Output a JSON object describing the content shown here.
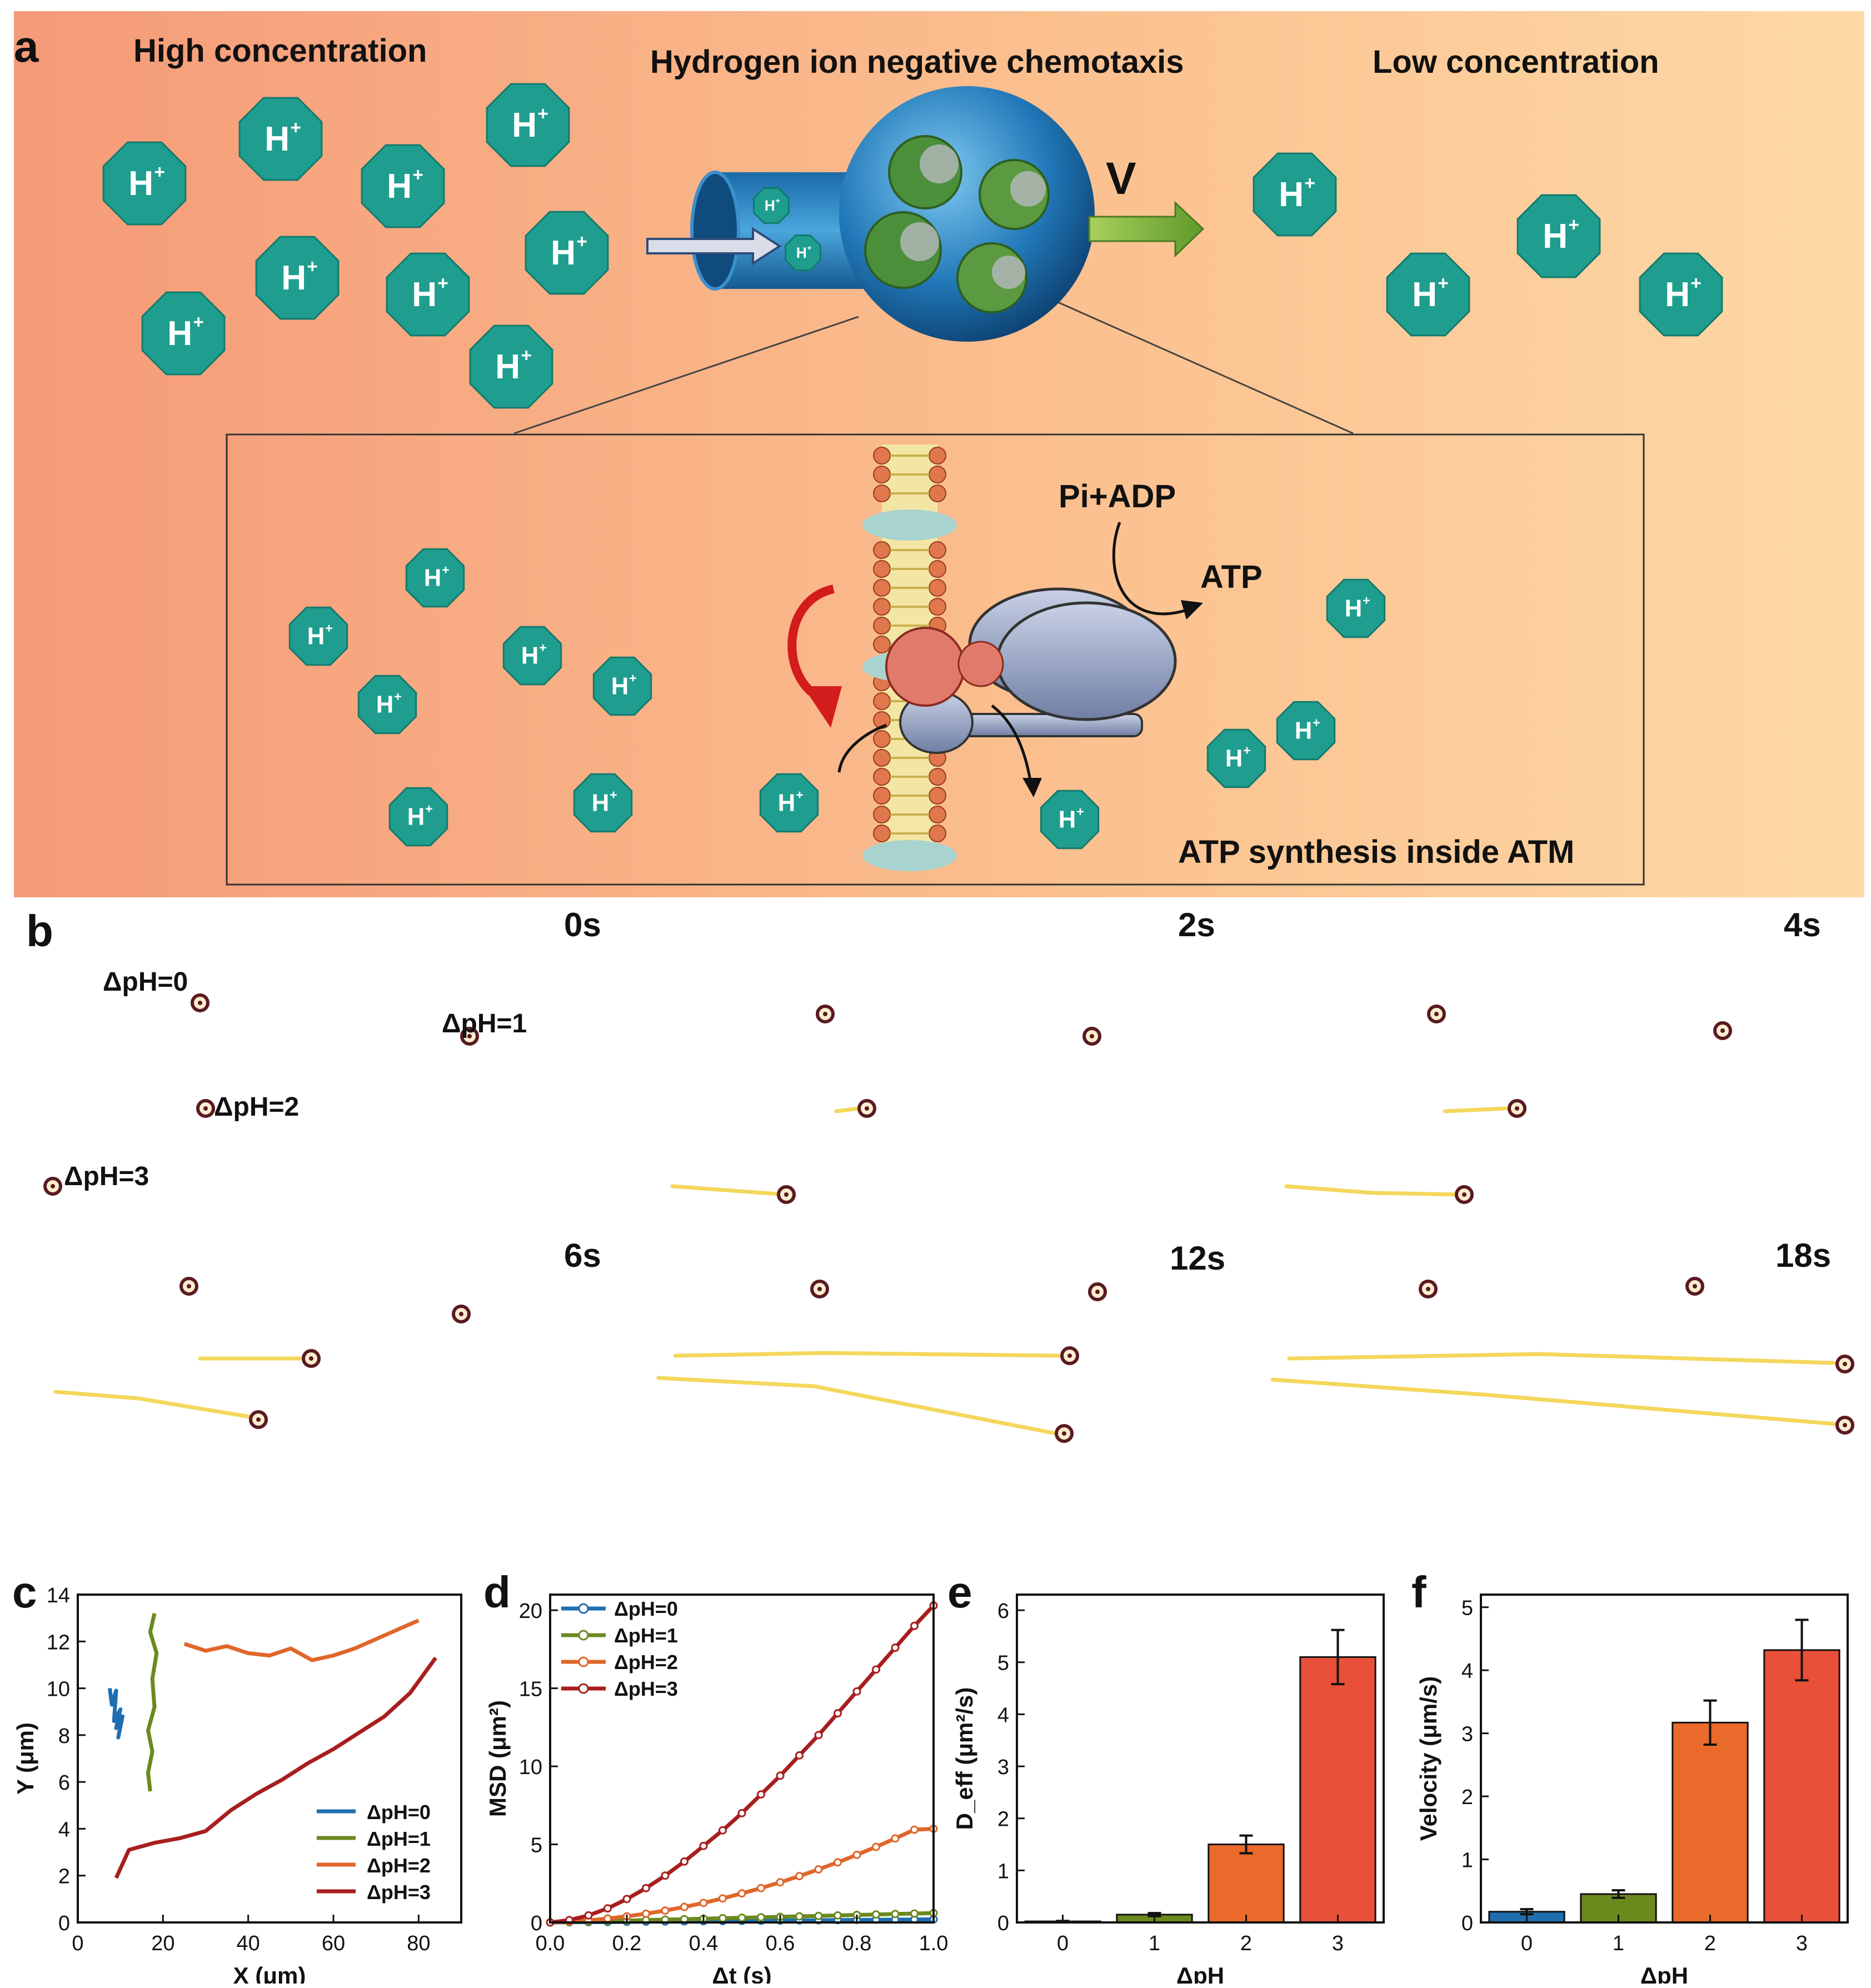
{
  "figure": {
    "panel_a": {
      "letter": "a",
      "label_high": "High concentration",
      "label_title": "Hydrogen ion negative chemotaxis",
      "label_low": "Low concentration",
      "velocity": "V",
      "hplus": "H",
      "hplus_sup": "+",
      "label_piadp": "Pi+ADP",
      "label_atp": "ATP",
      "label_synthesis": "ATP synthesis inside ATM"
    },
    "panel_b": {
      "letter": "b",
      "times": [
        "0s",
        "2s",
        "4s",
        "6s",
        "12s",
        "18s"
      ],
      "dph_labels": [
        "ΔpH=0",
        "ΔpH=1",
        "ΔpH=2",
        "ΔpH=3"
      ],
      "track_color": "#f3d34a",
      "particle_color": "#5a1a22"
    },
    "panel_c": {
      "letter": "c"
    },
    "panel_d": {
      "letter": "d"
    },
    "panel_e": {
      "letter": "e"
    },
    "panel_f": {
      "letter": "f"
    },
    "colors": {
      "bg_left": "#f59a78",
      "bg_right": "#fdd9a6",
      "hplus_fill": "#1f9e8f",
      "series0": "#1f6fb0",
      "series1": "#6b8a1e",
      "series2": "#e0662a",
      "series3": "#a81e1e",
      "bar0": "#1f6fb0",
      "bar1": "#6b8a1e",
      "bar2": "#e96a2a",
      "bar3": "#e8503a"
    }
  },
  "chart_data": [
    {
      "id": "c",
      "type": "line",
      "xlabel": "X (μm)",
      "ylabel": "Y (μm)",
      "xlim": [
        0,
        90
      ],
      "ylim": [
        0,
        14
      ],
      "xticks": [
        0,
        20,
        40,
        60,
        80
      ],
      "yticks": [
        0,
        2,
        4,
        6,
        8,
        10,
        12,
        14
      ],
      "legend_position": "bottom-right",
      "series": [
        {
          "name": "ΔpH=0",
          "x": [
            7.5,
            8,
            9,
            8.5,
            10,
            9,
            10.5,
            9.5,
            10
          ],
          "y": [
            10,
            9.3,
            9.9,
            8.6,
            9.1,
            8.3,
            8.8,
            7.9,
            8.4
          ]
        },
        {
          "name": "ΔpH=1",
          "x": [
            18,
            17,
            18.5,
            17.5,
            18,
            16.5,
            17.5,
            16.5,
            17
          ],
          "y": [
            13.2,
            12.4,
            11.5,
            10.4,
            9.2,
            8.2,
            7.3,
            6.4,
            5.6
          ]
        },
        {
          "name": "ΔpH=2",
          "x": [
            25,
            30,
            35,
            40,
            45,
            50,
            55,
            60,
            65,
            70,
            75,
            80
          ],
          "y": [
            11.9,
            11.6,
            11.8,
            11.5,
            11.4,
            11.7,
            11.2,
            11.4,
            11.7,
            12.1,
            12.5,
            12.9
          ]
        },
        {
          "name": "ΔpH=3",
          "x": [
            9,
            12,
            18,
            24,
            30,
            36,
            42,
            48,
            54,
            60,
            66,
            72,
            78,
            84
          ],
          "y": [
            1.9,
            3.1,
            3.4,
            3.6,
            3.9,
            4.8,
            5.5,
            6.1,
            6.8,
            7.4,
            8.1,
            8.8,
            9.8,
            11.3
          ]
        }
      ]
    },
    {
      "id": "d",
      "type": "line",
      "xlabel": "Δt (s)",
      "ylabel": "MSD (μm²)",
      "xlim": [
        0,
        1.0
      ],
      "ylim": [
        0,
        21
      ],
      "xticks": [
        0.0,
        0.2,
        0.4,
        0.6,
        0.8,
        1.0
      ],
      "yticks": [
        0,
        5,
        10,
        15,
        20
      ],
      "legend_position": "top-left",
      "x": [
        0.0,
        0.05,
        0.1,
        0.15,
        0.2,
        0.25,
        0.3,
        0.35,
        0.4,
        0.45,
        0.5,
        0.55,
        0.6,
        0.65,
        0.7,
        0.75,
        0.8,
        0.85,
        0.9,
        0.95,
        1.0
      ],
      "series": [
        {
          "name": "ΔpH=0",
          "values": [
            0,
            0.01,
            0.02,
            0.03,
            0.04,
            0.05,
            0.06,
            0.07,
            0.08,
            0.09,
            0.1,
            0.11,
            0.12,
            0.13,
            0.14,
            0.15,
            0.16,
            0.17,
            0.18,
            0.19,
            0.2
          ]
        },
        {
          "name": "ΔpH=1",
          "values": [
            0,
            0.03,
            0.06,
            0.09,
            0.12,
            0.15,
            0.18,
            0.21,
            0.24,
            0.27,
            0.3,
            0.33,
            0.36,
            0.39,
            0.42,
            0.45,
            0.48,
            0.51,
            0.54,
            0.57,
            0.6
          ]
        },
        {
          "name": "ΔpH=2",
          "values": [
            0,
            0.05,
            0.13,
            0.25,
            0.39,
            0.56,
            0.76,
            0.99,
            1.25,
            1.54,
            1.86,
            2.2,
            2.57,
            2.97,
            3.4,
            3.85,
            4.33,
            4.84,
            5.38,
            5.94,
            6.0
          ]
        },
        {
          "name": "ΔpH=3",
          "values": [
            0,
            0.15,
            0.45,
            0.9,
            1.5,
            2.2,
            3.0,
            3.9,
            4.9,
            5.9,
            7.0,
            8.2,
            9.4,
            10.7,
            12.0,
            13.4,
            14.8,
            16.2,
            17.6,
            19.0,
            20.3
          ]
        }
      ]
    },
    {
      "id": "e",
      "type": "bar",
      "xlabel": "ΔpH",
      "ylabel": "D_eff (μm²/s)",
      "ylim": [
        0,
        6.3
      ],
      "yticks": [
        0,
        1,
        2,
        3,
        4,
        5,
        6
      ],
      "categories": [
        "0",
        "1",
        "2",
        "3"
      ],
      "values": [
        0.02,
        0.15,
        1.5,
        5.1
      ],
      "errors": [
        0.01,
        0.03,
        0.17,
        0.52
      ]
    },
    {
      "id": "f",
      "type": "bar",
      "xlabel": "ΔpH",
      "ylabel": "Velocity (μm/s)",
      "ylim": [
        0,
        5.2
      ],
      "yticks": [
        0,
        1,
        2,
        3,
        4,
        5
      ],
      "categories": [
        "0",
        "1",
        "2",
        "3"
      ],
      "values": [
        0.17,
        0.45,
        3.17,
        4.32
      ],
      "errors": [
        0.04,
        0.06,
        0.35,
        0.48
      ]
    }
  ]
}
